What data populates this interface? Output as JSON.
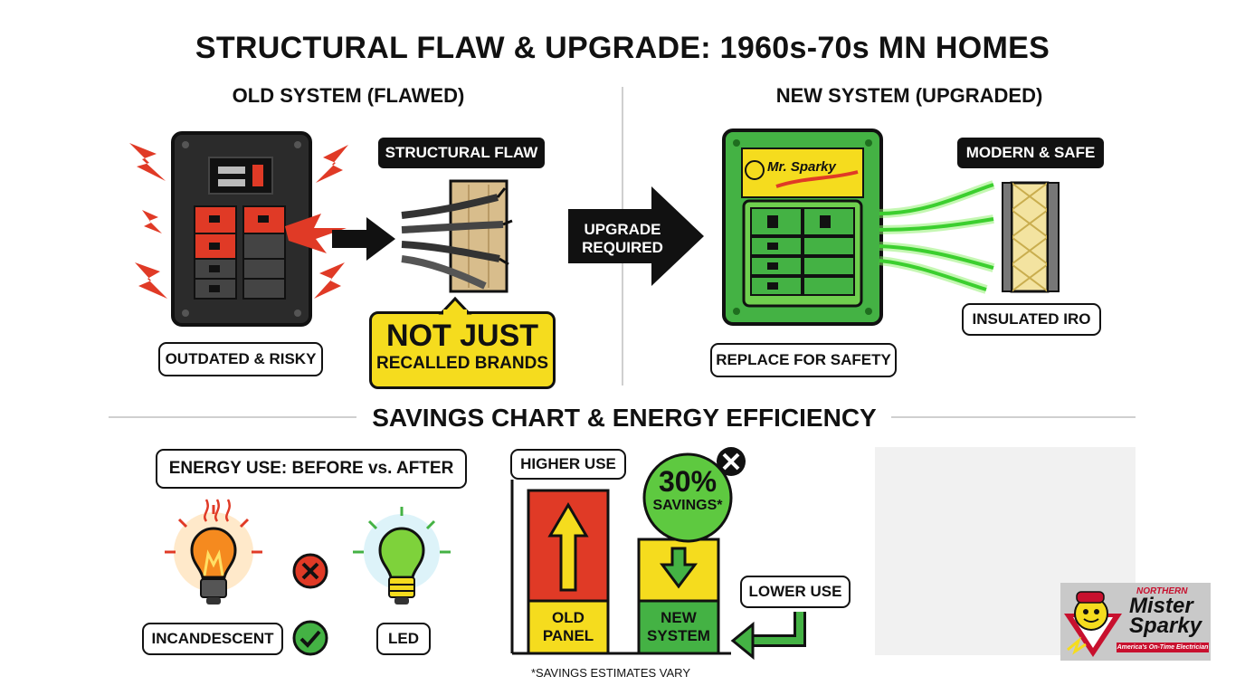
{
  "title": "STRUCTURAL FLAW & UPGRADE: 1960s-70s MN HOMES",
  "old_system": {
    "heading": "OLD SYSTEM (FLAWED)",
    "flaw_tag": "STRUCTURAL FLAW",
    "caption": "OUTDATED & RISKY",
    "callout_line1": "NOT JUST",
    "callout_line2": "RECALLED BRANDS"
  },
  "upgrade_arrow": {
    "line1": "UPGRADE",
    "line2": "REQUIRED"
  },
  "new_system": {
    "heading": "NEW SYSTEM (UPGRADED)",
    "brand_badge": "Mr. Sparky",
    "safe_tag": "MODERN & SAFE",
    "wiring_caption": "INSULATED IRO",
    "caption": "REPLACE FOR SAFETY"
  },
  "savings_section": {
    "heading": "SAVINGS CHART & ENERGY EFFICIENCY",
    "energy_box": "ENERGY USE: BEFORE vs. AFTER",
    "incandescent_label": "INCANDESCENT",
    "led_label": "LED",
    "higher_use": "HIGHER USE",
    "lower_use": "LOWER USE",
    "savings_pct": "30%",
    "savings_word": "SAVINGS*",
    "footnote": "*SAVINGS ESTIMATES VARY"
  },
  "chart_data": {
    "type": "bar",
    "categories": [
      "OLD PANEL",
      "NEW SYSTEM"
    ],
    "category_lines": [
      [
        "OLD",
        "PANEL"
      ],
      [
        "NEW",
        "SYSTEM"
      ]
    ],
    "values": [
      100,
      70
    ],
    "title": "",
    "xlabel": "",
    "ylabel": "",
    "ylim": [
      0,
      100
    ],
    "colors": {
      "bar_top_old": "#e03a26",
      "bar_top_new": "#f5dc1e",
      "bar_base_old": "#f5dc1e",
      "bar_base_new": "#44b244"
    }
  },
  "logo": {
    "line1": "NORTHERN",
    "line2": "Mister",
    "line3": "Sparky",
    "tagline": "America's On-Time Electrician"
  },
  "colors": {
    "red": "#e03a26",
    "yellow": "#f5dc1e",
    "green": "#44b244",
    "dark": "#2a2a2a"
  }
}
